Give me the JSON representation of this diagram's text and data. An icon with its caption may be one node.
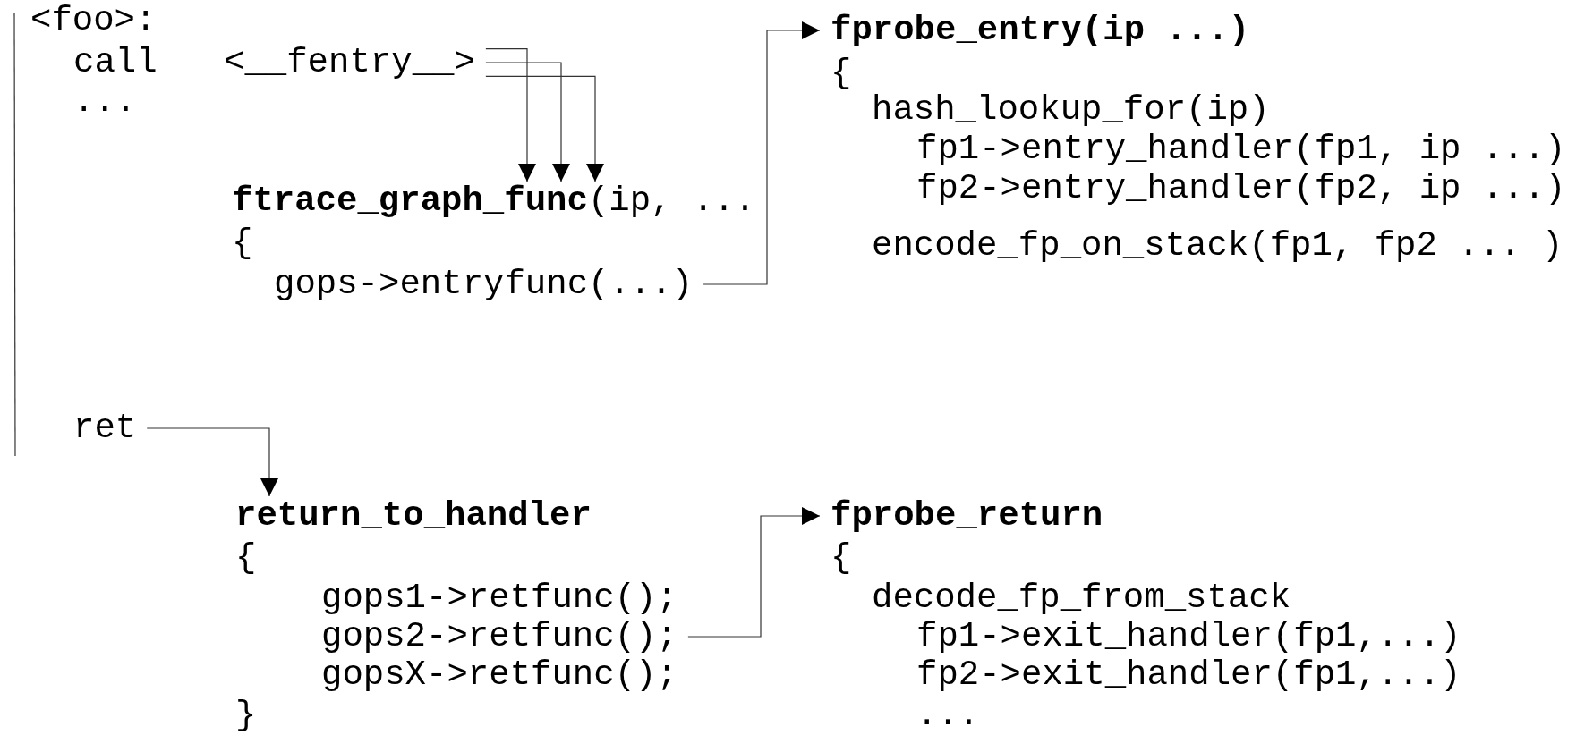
{
  "diagram": {
    "nodes": [
      {
        "text": [
          "<__fentry__>"
        ]
      },
      {
        "text": [
          "**ftrace_graph_func**(ip, ..."
        ]
      },
      {
        "text": [
          "gops->entryfunc(...)"
        ]
      },
      {
        "text": [
          "fprobe_entry(ip ...)"
        ]
      },
      {
        "text": [
          "ret"
        ]
      },
      {
        "text": [
          "return_to_handler"
        ]
      },
      {
        "text": [
          "gops2->retfunc();"
        ]
      },
      {
        "text": [
          "fprobe_return"
        ]
      }
    ],
    "edges": [
      {
        "from": 0,
        "to": 1,
        "arrow": "to"
      },
      {
        "from": 0,
        "to": 1,
        "arrow": "to"
      },
      {
        "from": 0,
        "to": 1,
        "arrow": "to"
      },
      {
        "from": 2,
        "to": 3,
        "arrow": "to"
      },
      {
        "from": 4,
        "to": 5,
        "arrow": "to"
      },
      {
        "from": 6,
        "to": 7,
        "arrow": "to"
      }
    ],
    "labels": [
      "<foo>:",
      "call",
      "...",
      "{",
      "{",
      "hash_lookup_for(ip)",
      "fp1->entry_handler(fp1, ip ...)",
      "fp2->entry_handler(fp2, ip ...)",
      "encode_fp_on_stack(fp1, fp2 ... )",
      "{",
      "gops1->retfunc();",
      "gopsX->retfunc();",
      "}",
      "{",
      "decode_fp_from_stack",
      "fp1->exit_handler(fp1,...)",
      "fp2->exit_handler(fp1,...)",
      "..."
    ]
  }
}
